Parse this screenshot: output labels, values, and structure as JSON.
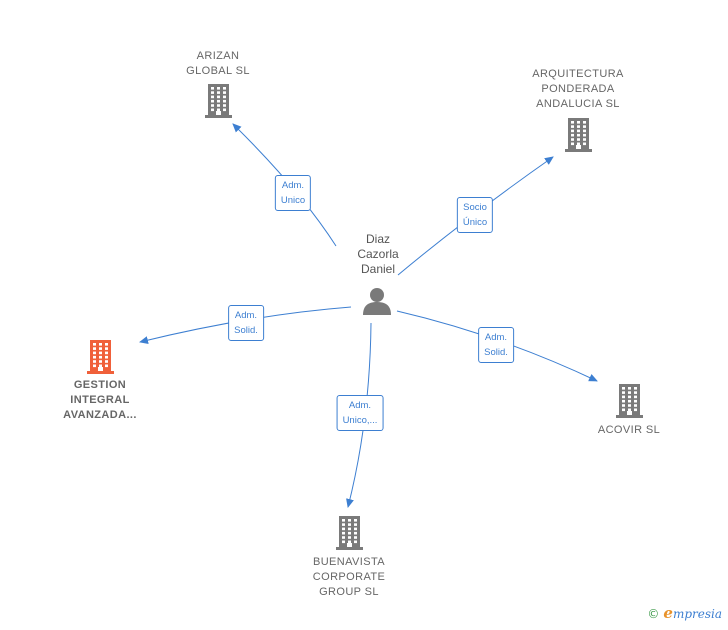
{
  "person": {
    "label": "Diaz\nCazorla\nDaniel"
  },
  "companies": [
    {
      "id": "arizan",
      "label": "ARIZAN\nGLOBAL SL",
      "highlight": false
    },
    {
      "id": "arquitectura",
      "label": "ARQUITECTURA\nPONDERADA\nANDALUCIA SL",
      "highlight": false
    },
    {
      "id": "gestion",
      "label": "GESTION\nINTEGRAL\nAVANZADA...",
      "highlight": true
    },
    {
      "id": "acovir",
      "label": "ACOVIR SL",
      "highlight": false
    },
    {
      "id": "buenavista",
      "label": "BUENAVISTA\nCORPORATE\nGROUP SL",
      "highlight": false
    }
  ],
  "relations": [
    {
      "to": "arizan",
      "label": "Adm.\nUnico"
    },
    {
      "to": "arquitectura",
      "label": "Socio\nÚnico"
    },
    {
      "to": "gestion",
      "label": "Adm.\nSolid."
    },
    {
      "to": "acovir",
      "label": "Adm.\nSolid."
    },
    {
      "to": "buenavista",
      "label": "Adm.\nUnico,..."
    }
  ],
  "colors": {
    "edge": "#3d7fd1",
    "building": "#7a7a7a",
    "building_highlight": "#f0603a",
    "person": "#7a7a7a"
  },
  "brand": {
    "copyright": "©",
    "initial": "e",
    "rest": "mpresia"
  }
}
